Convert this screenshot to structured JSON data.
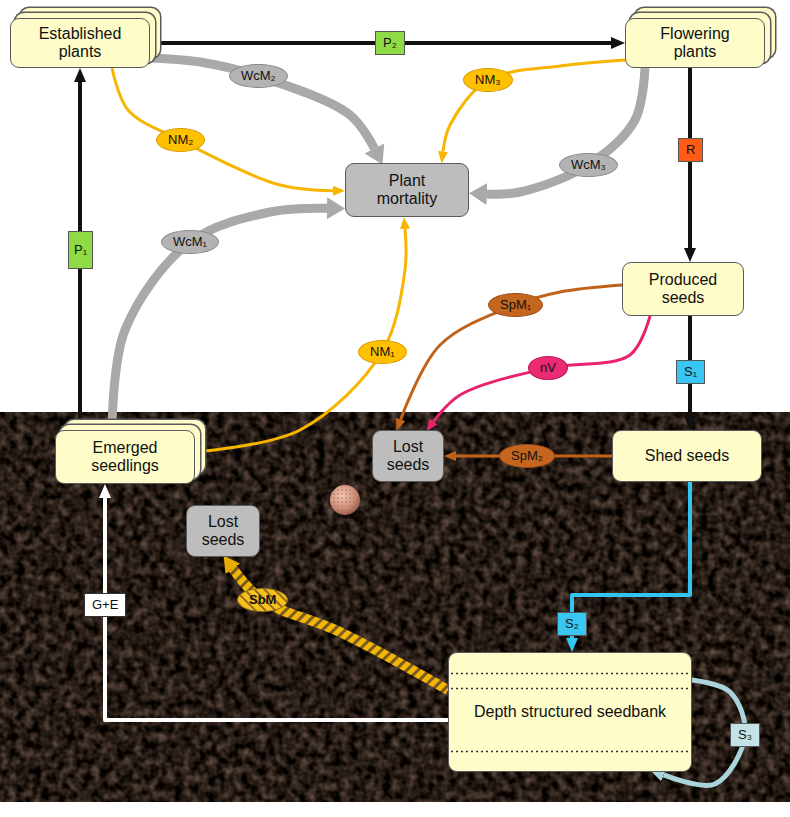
{
  "diagram": {
    "nodes": [
      {
        "text": [
          "Established plants"
        ]
      },
      {
        "text": [
          "Flowering plants"
        ]
      },
      {
        "text": [
          "Plant mortality"
        ]
      },
      {
        "text": [
          "Produced seeds"
        ]
      },
      {
        "text": [
          "Emerged seedlings"
        ]
      },
      {
        "text": [
          "Lost seeds"
        ]
      },
      {
        "text": [
          "Shed seeds"
        ]
      },
      {
        "text": [
          "Lost seeds"
        ]
      },
      {
        "text": [
          "Depth structured seedbank"
        ]
      }
    ],
    "edges": [
      {
        "from": 4,
        "to": 0,
        "label": "P₁",
        "arrow": "to"
      },
      {
        "from": 0,
        "to": 1,
        "label": "P₂",
        "arrow": "to"
      },
      {
        "from": 0,
        "to": 2,
        "label": "WcM₂",
        "arrow": "to"
      },
      {
        "from": 0,
        "to": 2,
        "label": "NM₂",
        "arrow": "to"
      },
      {
        "from": 1,
        "to": 2,
        "label": "NM₃",
        "arrow": "to"
      },
      {
        "from": 1,
        "to": 2,
        "label": "WcM₃",
        "arrow": "to"
      },
      {
        "from": 4,
        "to": 2,
        "label": "WcM₁",
        "arrow": "to"
      },
      {
        "from": 4,
        "to": 2,
        "label": "NM₁",
        "arrow": "to"
      },
      {
        "from": 1,
        "to": 3,
        "label": "R",
        "arrow": "to"
      },
      {
        "from": 3,
        "to": 6,
        "label": "S₁",
        "arrow": "to"
      },
      {
        "from": 3,
        "to": 5,
        "label": "SpM₁",
        "arrow": "to"
      },
      {
        "from": 3,
        "to": 5,
        "label": "nV",
        "arrow": "to"
      },
      {
        "from": 6,
        "to": 5,
        "label": "SpM₂",
        "arrow": "to"
      },
      {
        "from": 6,
        "to": 8,
        "label": "S₂",
        "arrow": "to"
      },
      {
        "from": 8,
        "to": 7,
        "label": "SbM",
        "arrow": "to"
      },
      {
        "from": 8,
        "to": 4,
        "label": "G+E",
        "arrow": "to"
      },
      {
        "from": 8,
        "to": 8,
        "label": "S₃",
        "arrow": "to"
      }
    ]
  }
}
